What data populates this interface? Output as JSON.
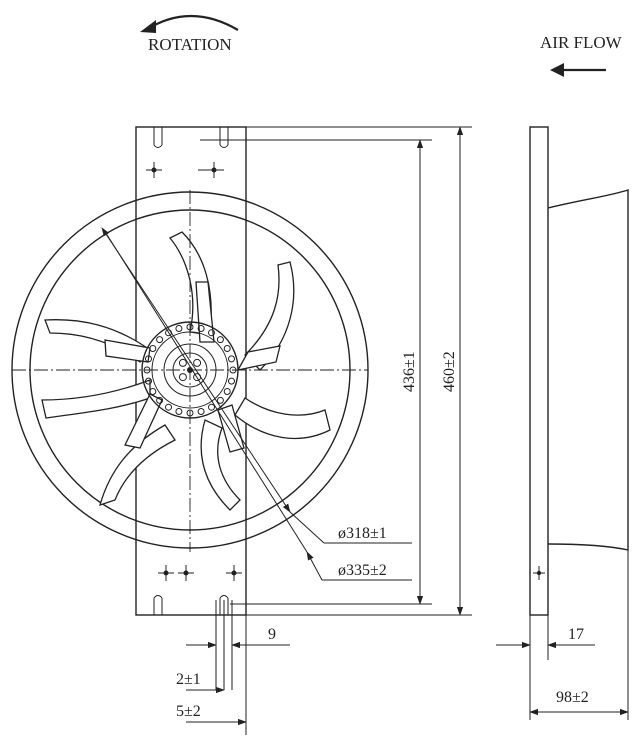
{
  "labels": {
    "rotation": "ROTATION",
    "air_flow": "AIR FLOW"
  },
  "dimensions": {
    "height_inner": "436±1",
    "height_outer": "460±2",
    "dia_inner": "ø318±1",
    "dia_outer": "ø335±2",
    "slot_gap": "9",
    "slot_width": "2±1",
    "hole_offset": "5±2",
    "flange": "17",
    "depth": "98±2"
  },
  "colors": {
    "line": "#222222",
    "background": "#ffffff"
  },
  "icons": [
    "rotation-arrow-icon",
    "airflow-arrow-icon"
  ]
}
